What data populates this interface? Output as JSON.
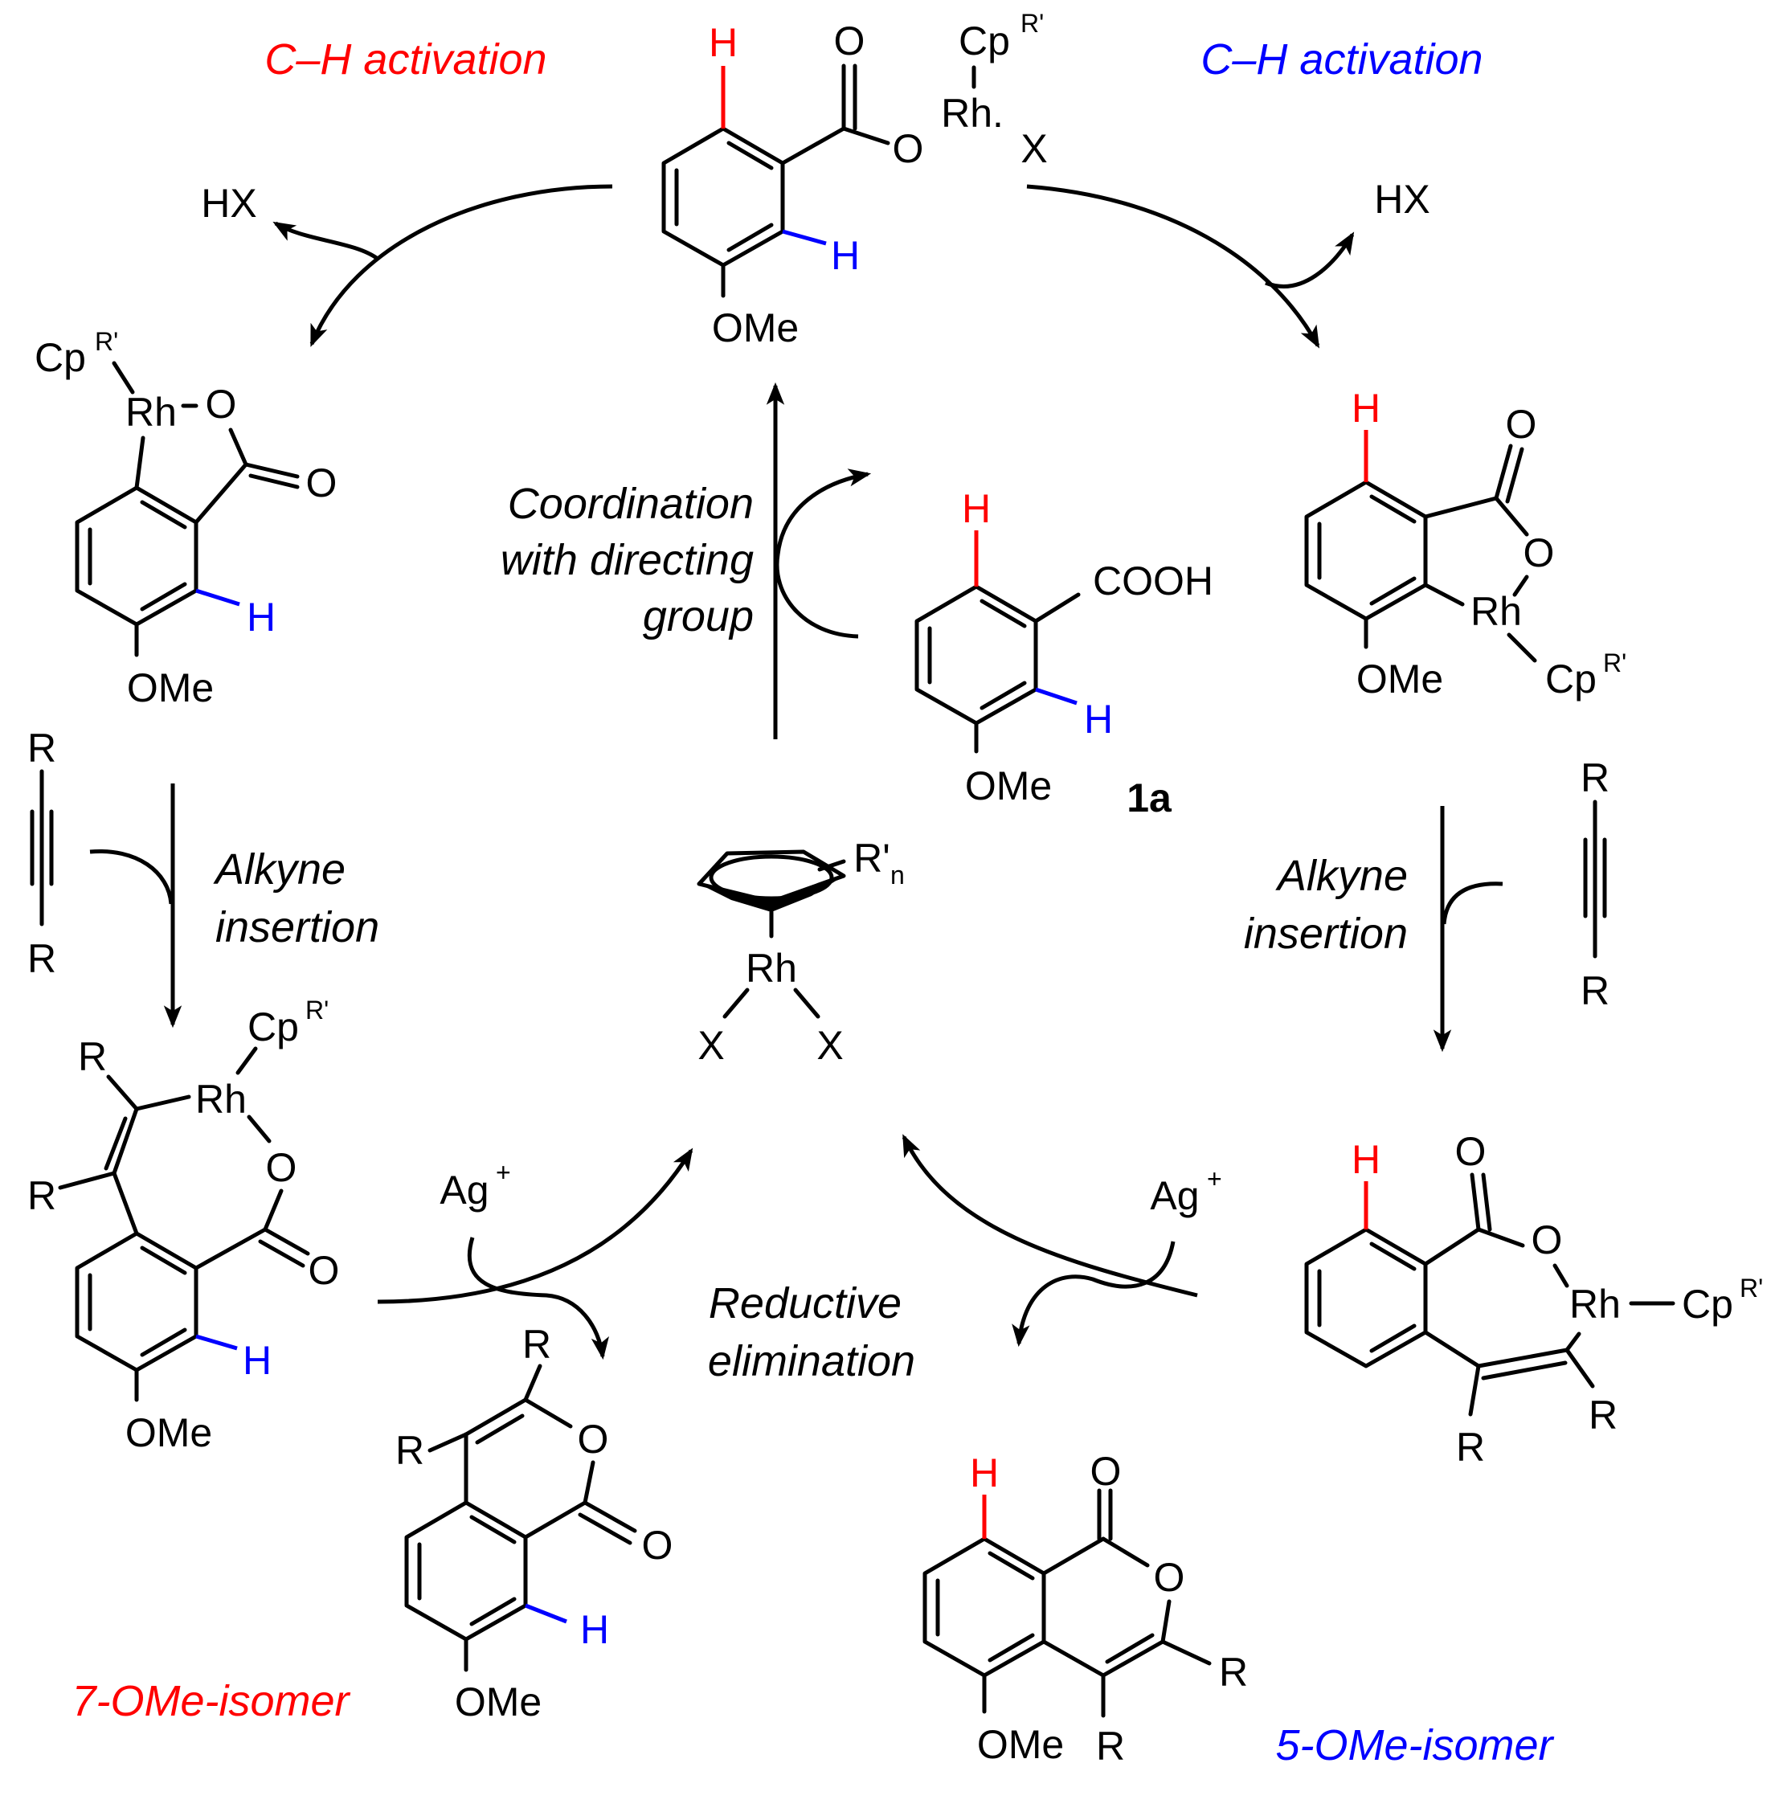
{
  "labels": {
    "ch_activation_left": "C–H activation",
    "ch_activation_right": "C–H activation",
    "hx_left": "HX",
    "hx_right": "HX",
    "coordination_1": "Coordination",
    "coordination_2": "with directing",
    "coordination_3": "group",
    "alkyne_insertion_left_1": "Alkyne",
    "alkyne_insertion_left_2": "insertion",
    "alkyne_insertion_right_1": "Alkyne",
    "alkyne_insertion_right_2": "insertion",
    "reductive_1": "Reductive",
    "reductive_2": "elimination",
    "ag_left": "Ag",
    "ag_right": "Ag",
    "ag_charge": "+",
    "compound_1a": "1a",
    "isomer_7": "7-OMe-isomer",
    "isomer_5": "5-OMe-isomer"
  },
  "atoms": {
    "H": "H",
    "O": "O",
    "OMe": "OMe",
    "Rh": "Rh",
    "X": "X",
    "R": "R",
    "Cp": "Cp",
    "cp_sup": "R'",
    "COOH": "COOH",
    "R_prime": "R'",
    "n": "n",
    "Rh_dot": "Rh.",
    "O_dot": "O"
  },
  "colors": {
    "red": "#ff0000",
    "blue": "#0000ff",
    "black": "#000000"
  }
}
